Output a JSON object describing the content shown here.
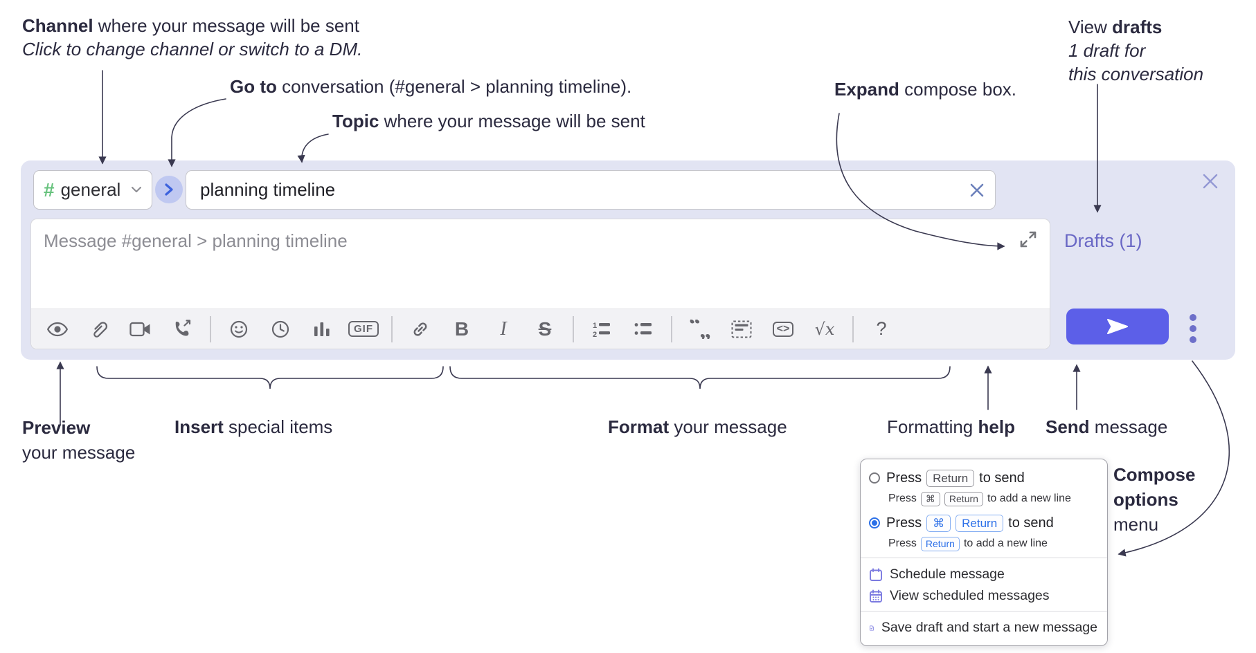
{
  "colors": {
    "annotation_text": "#2b2a3f",
    "container_bg": "#e2e4f3",
    "send_button_bg": "#5c5fe8",
    "drafts_link": "#6a68c5",
    "accent_blue": "#2b70e8",
    "hash_green": "#67c27d",
    "menu_icon_indigo": "#7b7ae0",
    "toolbar_icon": "#66666c"
  },
  "annotations": {
    "channel": {
      "bold": "Channel",
      "rest": " where your message will be sent",
      "italic": "Click to change channel or switch to a DM."
    },
    "go_to": {
      "bold": "Go to",
      "rest": " conversation (#general > planning timeline)."
    },
    "topic": {
      "bold": "Topic",
      "rest": " where your message will be sent"
    },
    "expand": {
      "bold": "Expand",
      "rest": " compose box."
    },
    "view_drafts": {
      "pre": "View ",
      "bold": "drafts",
      "line2": "1 draft for",
      "line3": "this conversation"
    },
    "preview": {
      "bold": "Preview",
      "line2": "your message"
    },
    "insert": {
      "bold": "Insert",
      "rest": " special items"
    },
    "format": {
      "bold": "Format",
      "rest": " your message"
    },
    "formatting_help": {
      "pre": "Formatting ",
      "bold": "help"
    },
    "send": {
      "bold": "Send",
      "rest": " message"
    },
    "compose_options": {
      "line1": "Compose",
      "line2": "options",
      "line3": "menu"
    }
  },
  "compose_box": {
    "channel": {
      "hash": "#",
      "name": "general"
    },
    "topic_value": "planning timeline",
    "message_placeholder": "Message #general > planning timeline",
    "drafts_link": "Drafts (1)",
    "toolbar_labels": {
      "gif": "GIF",
      "bold": "B",
      "italic": "I",
      "strike": "S",
      "code": "<>",
      "math": "√x",
      "help": "?"
    }
  },
  "options_menu": {
    "send_options": [
      {
        "selected": false,
        "main": {
          "press": "Press",
          "key1": "Return",
          "suffix": "to send"
        },
        "sub": {
          "press": "Press",
          "key1": "⌘",
          "key2": "Return",
          "suffix": "to add a new line"
        }
      },
      {
        "selected": true,
        "main": {
          "press": "Press",
          "key1": "⌘",
          "key2": "Return",
          "suffix": "to send"
        },
        "sub": {
          "press": "Press",
          "key1": "Return",
          "suffix": "to add a new line"
        }
      }
    ],
    "items": [
      {
        "icon": "calendar-icon",
        "label": "Schedule message"
      },
      {
        "icon": "calendar-grid-icon",
        "label": "View scheduled messages"
      },
      {
        "icon": "draft-saved-icon",
        "label": "Save draft and start a new message"
      }
    ]
  }
}
